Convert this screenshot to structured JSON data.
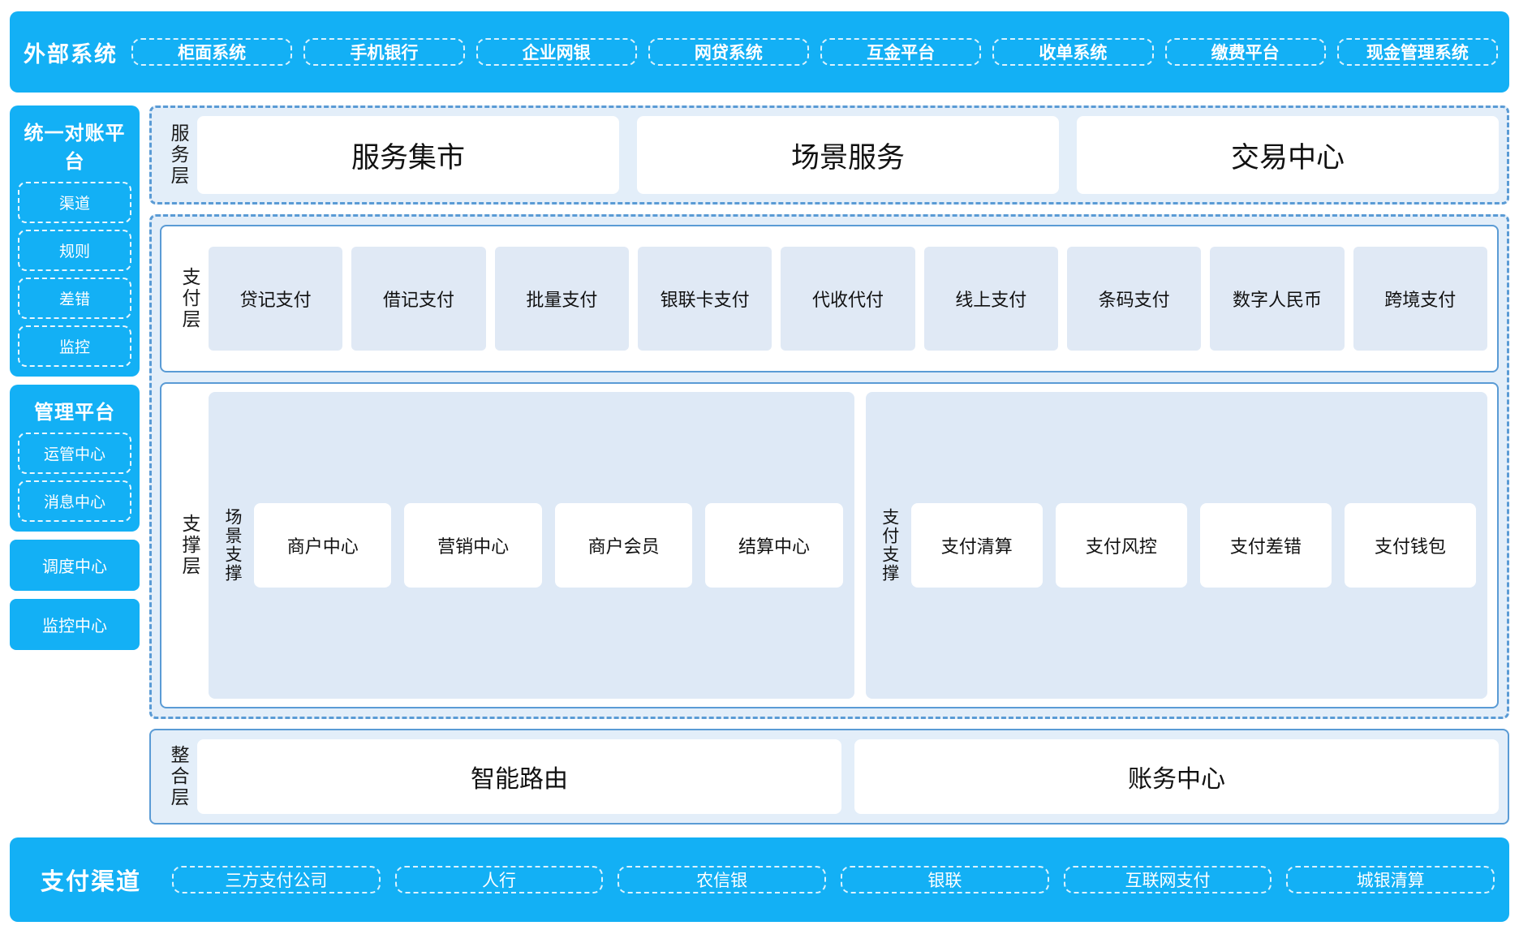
{
  "external": {
    "title": "外部系统",
    "items": [
      {
        "label": "柜面系统"
      },
      {
        "label": "手机银行"
      },
      {
        "label": "企业网银"
      },
      {
        "label": "网贷系统"
      },
      {
        "label": "互金平台"
      },
      {
        "label": "收单系统"
      },
      {
        "label": "缴费平台"
      },
      {
        "label": "现金管理系统"
      }
    ]
  },
  "rail": {
    "recon": {
      "title": "统一对账平台",
      "items": [
        {
          "label": "渠道"
        },
        {
          "label": "规则"
        },
        {
          "label": "差错"
        },
        {
          "label": "监控"
        }
      ]
    },
    "manage": {
      "title": "管理平台",
      "items": [
        {
          "label": "运管中心"
        },
        {
          "label": "消息中心"
        }
      ]
    },
    "standalone": [
      {
        "label": "调度中心"
      },
      {
        "label": "监控中心"
      }
    ]
  },
  "service_layer": {
    "label": "服务层",
    "items": [
      {
        "label": "服务集市"
      },
      {
        "label": "场景服务"
      },
      {
        "label": "交易中心"
      }
    ]
  },
  "payment_layer": {
    "label": "支付层",
    "items": [
      {
        "label": "贷记支付"
      },
      {
        "label": "借记支付"
      },
      {
        "label": "批量支付"
      },
      {
        "label": "银联卡支付"
      },
      {
        "label": "代收代付"
      },
      {
        "label": "线上支付"
      },
      {
        "label": "条码支付"
      },
      {
        "label": "数字人民币"
      },
      {
        "label": "跨境支付"
      }
    ]
  },
  "support_layer": {
    "label": "支撑层",
    "groups": [
      {
        "label": "场景支撑",
        "items": [
          {
            "label": "商户中心"
          },
          {
            "label": "营销中心"
          },
          {
            "label": "商户会员"
          },
          {
            "label": "结算中心"
          }
        ]
      },
      {
        "label": "支付支撑",
        "items": [
          {
            "label": "支付清算"
          },
          {
            "label": "支付风控"
          },
          {
            "label": "支付差错"
          },
          {
            "label": "支付钱包"
          }
        ]
      }
    ]
  },
  "integration_layer": {
    "label": "整合层",
    "items": [
      {
        "label": "智能路由"
      },
      {
        "label": "账务中心"
      }
    ]
  },
  "channel": {
    "title": "支付渠道",
    "items": [
      {
        "label": "三方支付公司"
      },
      {
        "label": "人行"
      },
      {
        "label": "农信银"
      },
      {
        "label": "银联"
      },
      {
        "label": "互联网支付"
      },
      {
        "label": "城银清算"
      }
    ]
  },
  "colors": {
    "brand_blue": "#13b0f5",
    "panel_blue": "#e3eef9",
    "cell_blue": "#e0e9f5",
    "border_blue": "#5a9bd5"
  }
}
